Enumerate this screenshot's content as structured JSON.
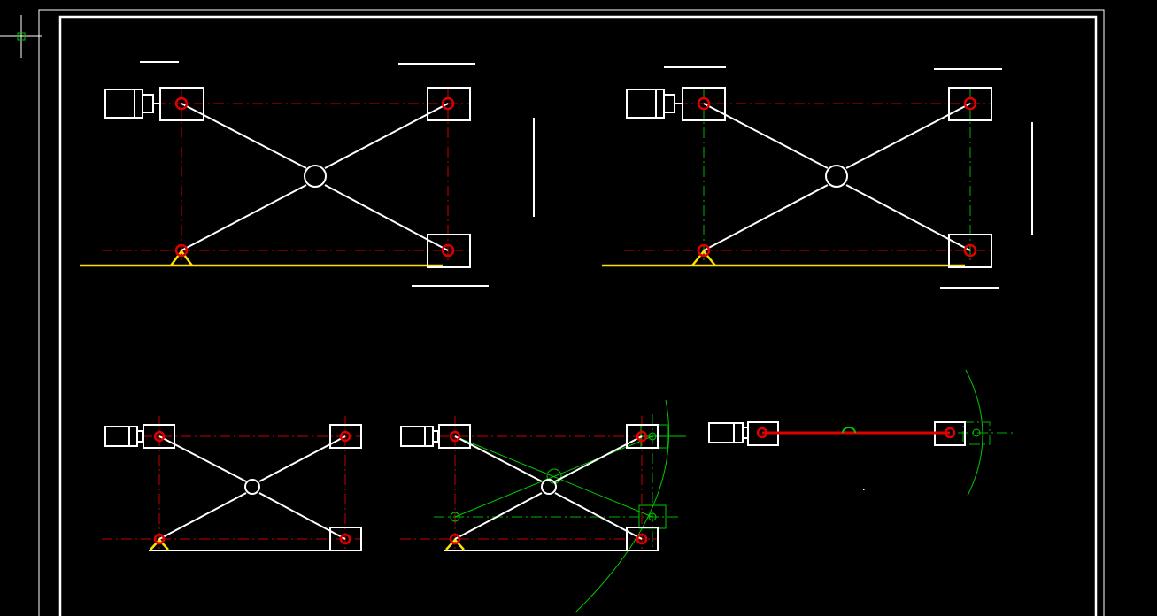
{
  "app": {
    "title": "",
    "background_color": "#000000",
    "colors": {
      "frame": "#ffffff",
      "linkage": "#ffffff",
      "pivot": "#e00000",
      "centerline": "#c80000",
      "construction": "#00c800",
      "ground": "#ffe000"
    }
  },
  "cursor": {
    "icon": "crosshair-cursor-icon"
  },
  "drawing": {
    "views": [
      {
        "id": "view-1",
        "kind": "scissor-mechanism-large"
      },
      {
        "id": "view-2",
        "kind": "scissor-mechanism-large"
      },
      {
        "id": "view-3",
        "kind": "scissor-mechanism-small"
      },
      {
        "id": "view-4",
        "kind": "scissor-mechanism-motion-study"
      },
      {
        "id": "view-5",
        "kind": "scissor-mechanism-closed"
      }
    ]
  }
}
